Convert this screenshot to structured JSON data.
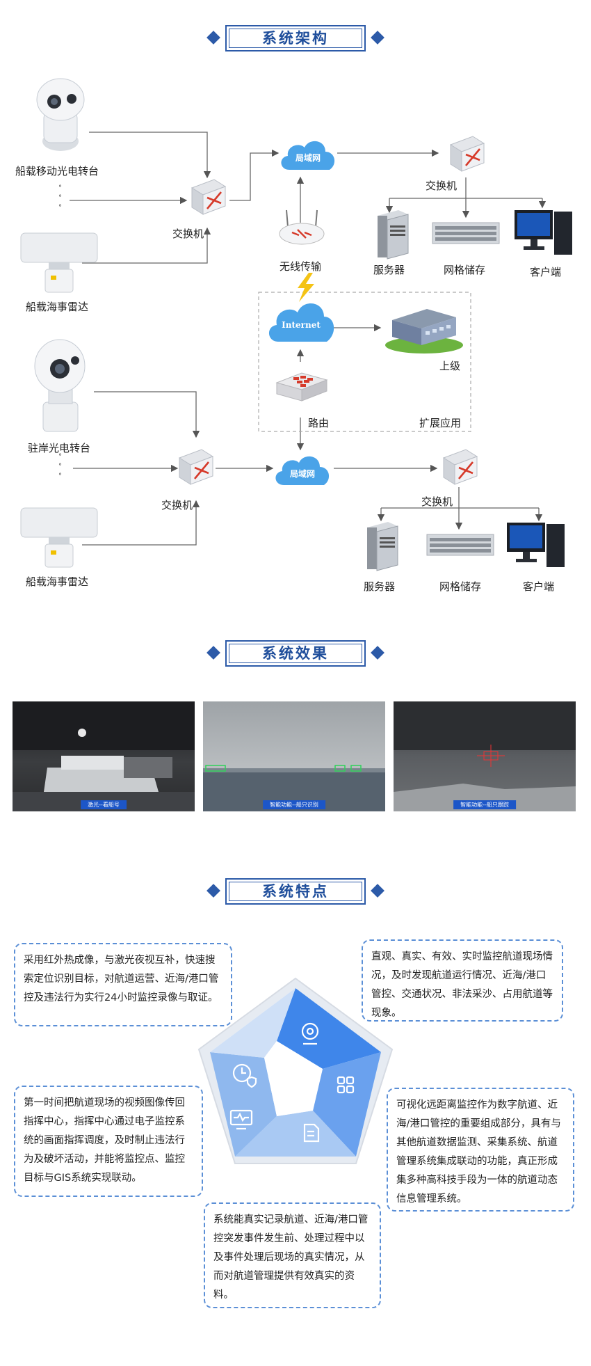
{
  "sections": {
    "architecture": "系统架构",
    "effect": "系统效果",
    "features": "系统特点"
  },
  "architecture": {
    "ship_ptz": "船载移动光电转台",
    "ship_radar_1": "船载海事雷达",
    "shore_ptz": "驻岸光电转台",
    "ship_radar_2": "船载海事雷达",
    "switch_left_top": "交换机",
    "switch_left_bottom": "交换机",
    "lan_top": "局域网",
    "lan_bottom": "局域网",
    "switch_right_top": "交换机",
    "switch_right_bottom": "交换机",
    "wireless": "无线传输",
    "internet": "Internet",
    "router": "路由",
    "superior": "上级",
    "extension": "扩展应用",
    "server_top": "服务器",
    "storage_top": "网格储存",
    "client_top": "客户端",
    "server_bottom": "服务器",
    "storage_bottom": "网格储存",
    "client_bottom": "客户端"
  },
  "effects": [
    {
      "caption": "激光--看船号"
    },
    {
      "caption": "智能功能--船只识别"
    },
    {
      "caption": "智能功能--船只跟踪"
    }
  ],
  "features": [
    "采用红外热成像，与激光夜视互补，快速搜索定位识别目标，对航道运营、近海/港口管控及违法行为实行24小时监控录像与取证。",
    "直观、真实、有效、实时监控航道现场情况，及时发现航道运行情况、近海/港口管控、交通状况、非法采沙、占用航道等现象。",
    "第一时间把航道现场的视频图像传回指挥中心，指挥中心通过电子监控系统的画面指挥调度，及时制止违法行为及破坏活动，并能将监控点、监控目标与GIS系统实现联动。",
    "可视化远距离监控作为数字航道、近海/港口管控的重要组成部分，具有与其他航道数据监测、采集系统、航道管理系统集成联动的功能，真正形成集多种高科技手段为一体的航道动态信息管理系统。",
    "系统能真实记录航道、近海/港口管控突发事件发生前、处理过程中以及事件处理后现场的真实情况，从而对航道管理提供有效真实的资料。"
  ],
  "colors": {
    "accent": "#2c5aa8",
    "cloud": "#4aa3e8",
    "dash": "#5b8fd6"
  },
  "icons": [
    "clock-shield-icon",
    "camera-icon",
    "grid-icon",
    "monitor-icon",
    "document-icon"
  ]
}
